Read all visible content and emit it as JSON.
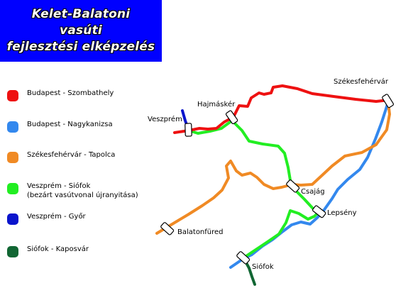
{
  "title": {
    "line1": "Kelet-Balatoni",
    "line2": "vasúti",
    "line3": "fejlesztési elképzelés"
  },
  "legend": [
    {
      "color": "#ee1111",
      "label": "Budapest - Szombathely",
      "sublabel": ""
    },
    {
      "color": "#3388ee",
      "label": "Budapest - Nagykanizsa",
      "sublabel": ""
    },
    {
      "color": "#f08a24",
      "label": "Székesfehérvár - Tapolca",
      "sublabel": ""
    },
    {
      "color": "#22ee22",
      "label": "Veszprém - Siófok",
      "sublabel": "(bezárt vasútvonal újranyitása)"
    },
    {
      "color": "#0a14cc",
      "label": "Veszprém - Győr",
      "sublabel": ""
    },
    {
      "color": "#116633",
      "label": "Siófok - Kaposvár",
      "sublabel": ""
    }
  ],
  "places": {
    "szekesfehervar": "Székesfehérvár",
    "hajmasker": "Hajmáskér",
    "veszprem": "Veszprém",
    "csajag": "Csajág",
    "lepseny": "Lepsény",
    "balatonfured": "Balatonfüred",
    "siofok": "Siófok"
  },
  "line_colors": {
    "red": "#ee1111",
    "blue": "#3388ee",
    "orange": "#f08a24",
    "green": "#22ee22",
    "darkblue": "#0a14cc",
    "darkgreen": "#116633"
  }
}
